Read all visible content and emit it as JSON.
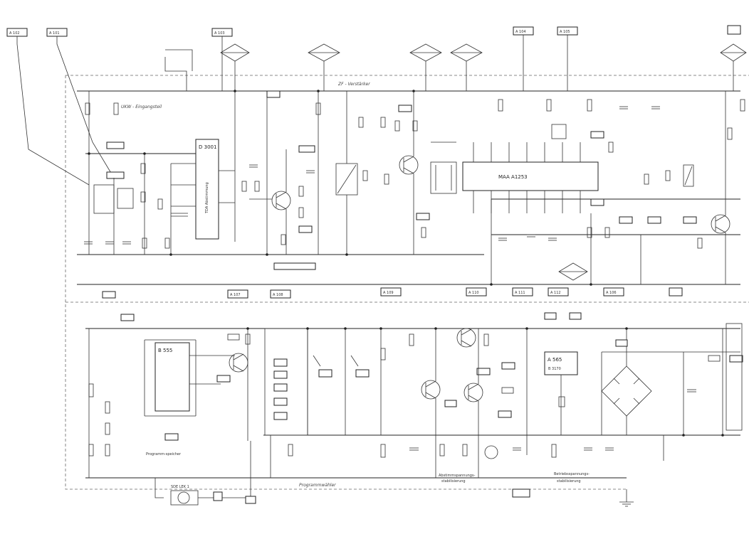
{
  "ic_labels": {
    "ic_main": "MAA  A1253",
    "ic_left": "D 3001",
    "ic_left_side": "TDA  Abstimmung",
    "ic_bottom_left": "B 555",
    "ic_bottom_mid": "A 565",
    "ic_bottom_mid2": "B 3170",
    "ic_transformer": "SDE  LEK 1"
  },
  "section_labels": {
    "top_left": "UKW - Eingangsteil",
    "top_mid": "ZF - Verstärker",
    "bottom_mid": "Programmwähler",
    "bottom_right_1": "Abstimmspannungs-",
    "bottom_right_2": "stabilisierung",
    "bottom_right_3": "Betriebsspannungs-",
    "bottom_right_4": "stabilisierung",
    "bottom_left_note": "Programm-speicher"
  },
  "connectors": [
    "A 102",
    "A 101",
    "A 103",
    "A 104",
    "A 105",
    "A 106",
    "A 107",
    "A 108",
    "A 109",
    "A 110",
    "A 111",
    "A 112"
  ]
}
